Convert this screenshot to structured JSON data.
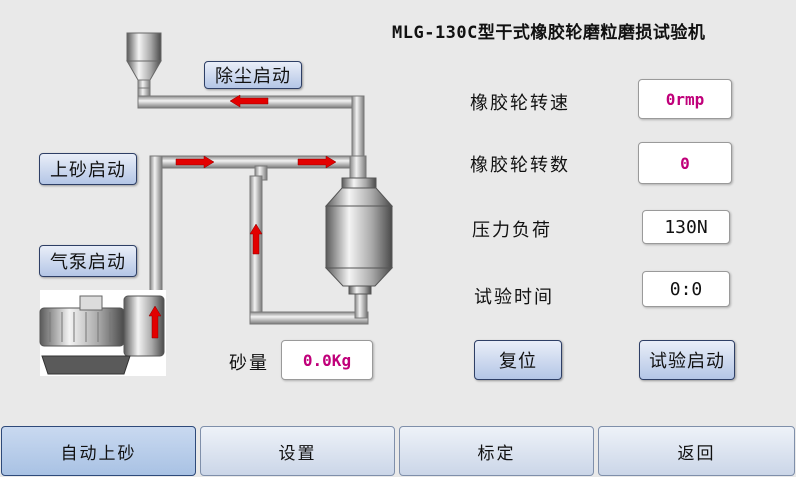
{
  "title": "MLG-130C型干式橡胶轮磨粒磨损试验机",
  "diagram_buttons": {
    "dust": "除尘启动",
    "sand": "上砂启动",
    "pump": "气泵启动"
  },
  "sand_amount": {
    "label": "砂量",
    "value": "0.0Kg"
  },
  "params": [
    {
      "label": "橡胶轮转速",
      "value": "0rmp"
    },
    {
      "label": "橡胶轮转数",
      "value": "0"
    },
    {
      "label": "压力负荷",
      "value": "130N"
    },
    {
      "label": "试验时间",
      "value": "0:0"
    }
  ],
  "actions": {
    "reset": "复位",
    "start": "试验启动"
  },
  "tabs": [
    {
      "label": "自动上砂",
      "active": true
    },
    {
      "label": "设置"
    },
    {
      "label": "标定"
    },
    {
      "label": "返回"
    }
  ],
  "colors": {
    "flow_arrow": "#e30000",
    "value_text": "#c0007a",
    "button_border": "#2e3f66"
  }
}
